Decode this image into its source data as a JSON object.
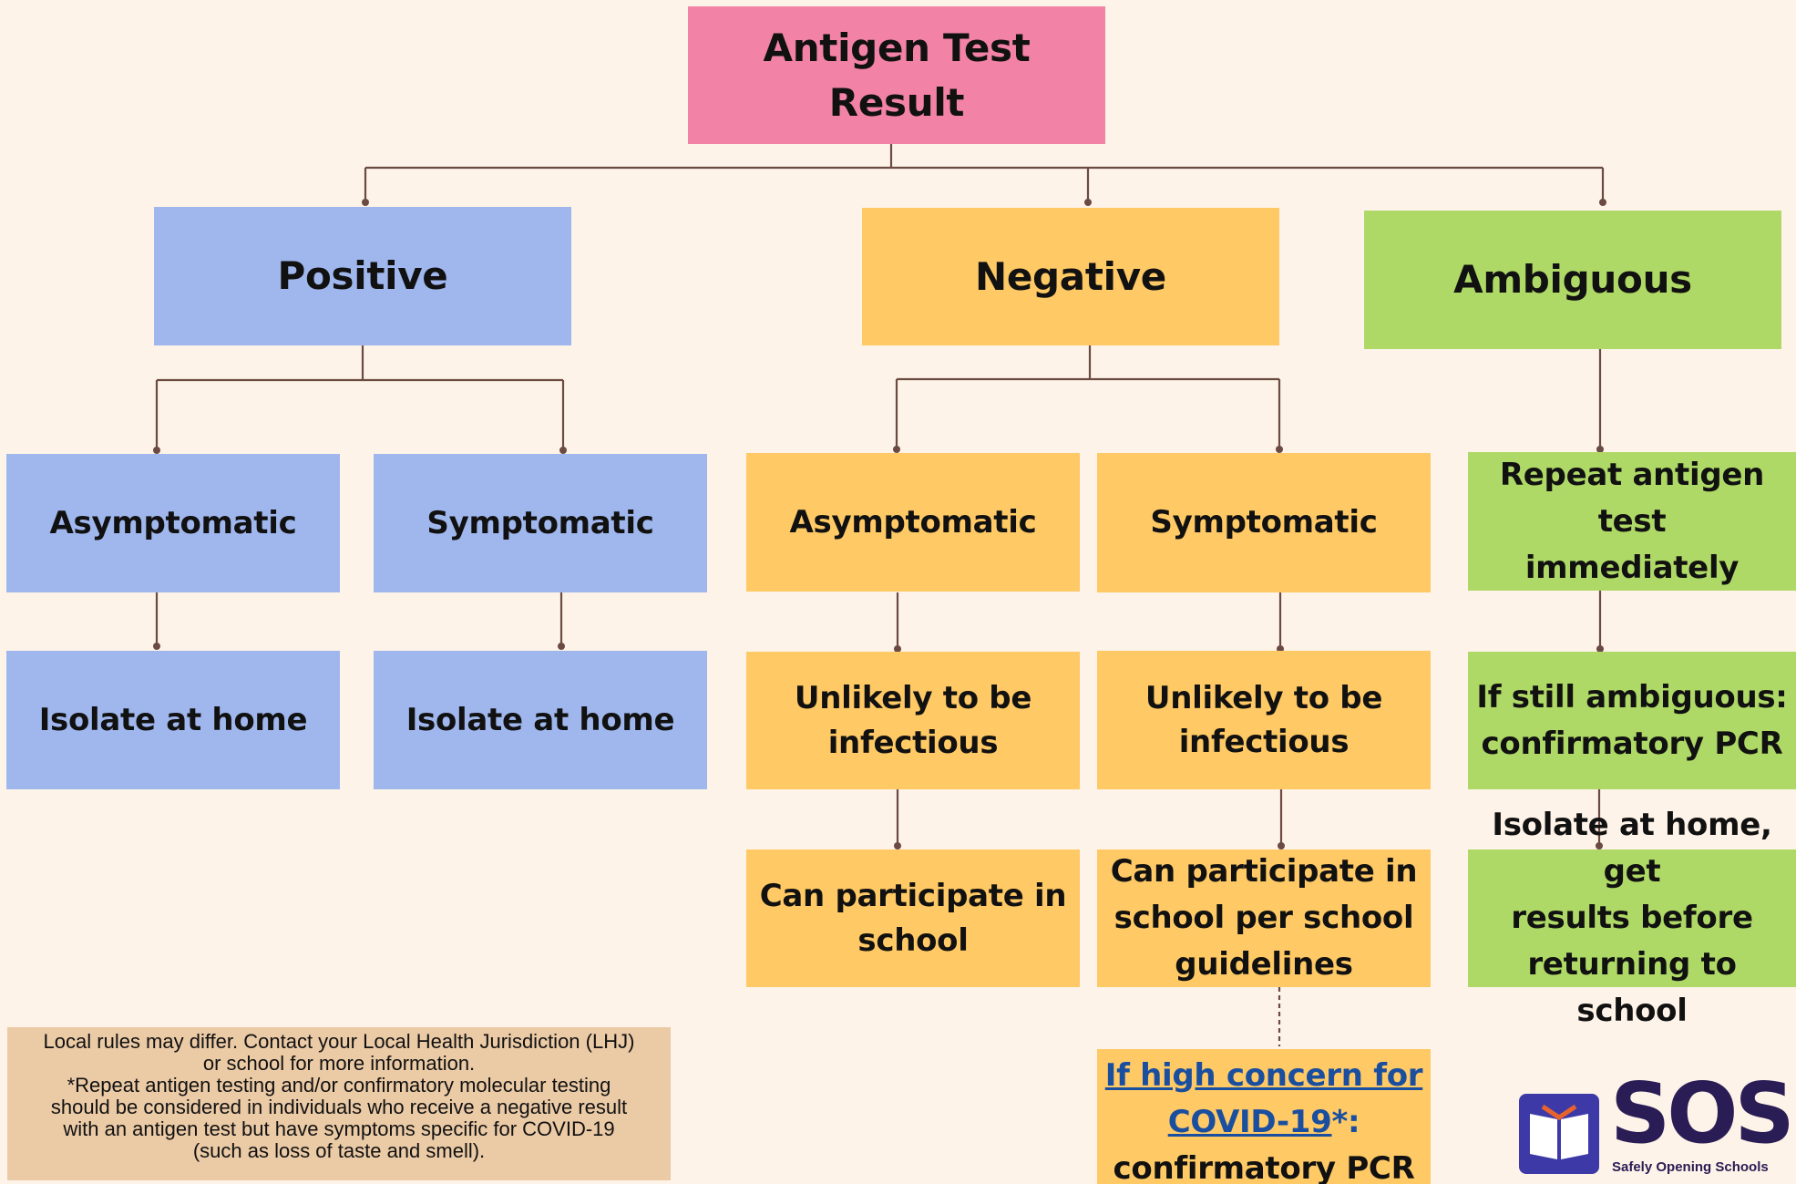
{
  "root": {
    "line1": "Antigen Test",
    "line2": "Result"
  },
  "categories": {
    "positive": "Positive",
    "negative": "Negative",
    "ambiguous": "Ambiguous"
  },
  "positive": {
    "asymptomatic": "Asymptomatic",
    "symptomatic": "Symptomatic",
    "asym_action": "Isolate at home",
    "sym_action": "Isolate at home"
  },
  "negative": {
    "asymptomatic": "Asymptomatic",
    "symptomatic": "Symptomatic",
    "asym_result_l1": "Unlikely to be",
    "asym_result_l2": "infectious",
    "sym_result_l1": "Unlikely to be",
    "sym_result_l2": "infectious",
    "asym_action_l1": "Can participate in",
    "asym_action_l2": "school",
    "sym_action_l1": "Can participate in",
    "sym_action_l2": "school per school",
    "sym_action_l3": "guidelines",
    "pcr_link_l1": "If high concern for",
    "pcr_link_l2": "COVID-19",
    "pcr_star": "*:",
    "pcr_l3": "confirmatory PCR"
  },
  "ambiguous": {
    "step1_l1": "Repeat antigen test",
    "step1_l2": "immediately",
    "step2_l1": "If still ambiguous:",
    "step2_l2": "confirmatory PCR",
    "step3_l1": "Isolate at home, get",
    "step3_l2": "results before",
    "step3_l3": "returning to school"
  },
  "note": {
    "line1": "Local rules may differ. Contact your Local Health Jurisdiction (LHJ)",
    "line2": "or school for more information.",
    "line3": "*Repeat antigen testing and/or confirmatory molecular testing",
    "line4": "should be considered in individuals who receive a negative result",
    "line5": "with an antigen test but have symptoms specific for COVID-19",
    "line6": "(such as loss of taste and smell)."
  },
  "logo": {
    "text": "SOS",
    "subtitle": "Safely Opening Schools"
  },
  "colors": {
    "background": "#fdf3e8",
    "root": "#f283a6",
    "positive": "#a0b7ee",
    "negative": "#ffc965",
    "ambiguous": "#afd966",
    "note": "#ebcaa6",
    "connector": "#6b4a42",
    "link": "#1a4fa0",
    "logo": "#2a1c54"
  }
}
